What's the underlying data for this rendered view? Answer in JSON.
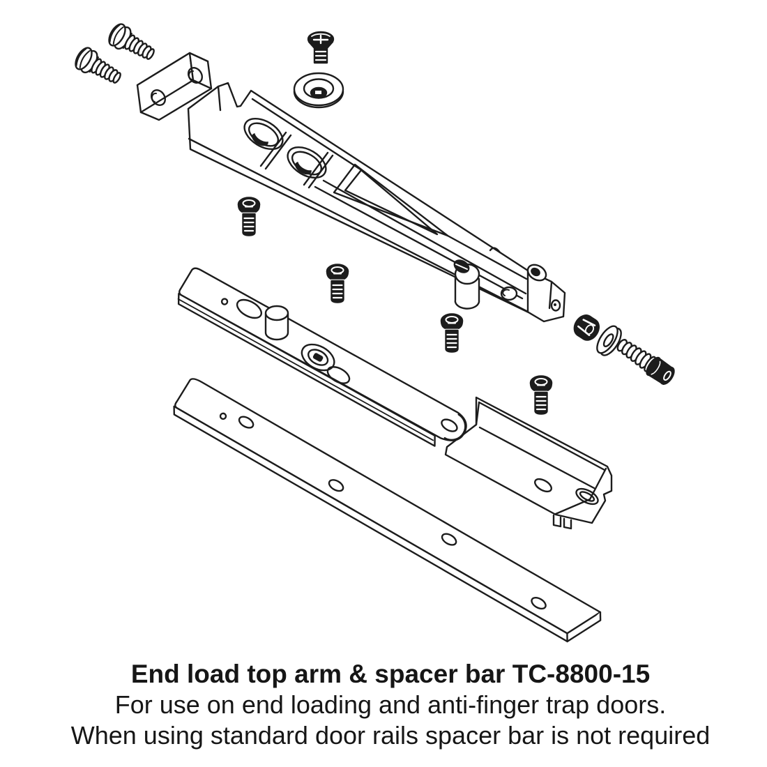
{
  "page": {
    "background": "#ffffff"
  },
  "diagram": {
    "type": "exploded-assembly-drawing",
    "line_color": "#1c1c1c",
    "parts": [
      {
        "id": "pan-head-screw-1",
        "name": "slotted pan head screw"
      },
      {
        "id": "pan-head-screw-2",
        "name": "slotted pan head screw"
      },
      {
        "id": "clamp-block",
        "name": "clamp block with two holes"
      },
      {
        "id": "countersunk-screw",
        "name": "countersunk head screw"
      },
      {
        "id": "cup-washer",
        "name": "recessed cup washer"
      },
      {
        "id": "top-arm",
        "name": "end load top arm"
      },
      {
        "id": "button-screw-1",
        "name": "button head screw"
      },
      {
        "id": "button-screw-2",
        "name": "button head screw"
      },
      {
        "id": "button-screw-3",
        "name": "button head screw"
      },
      {
        "id": "button-screw-4",
        "name": "button head screw"
      },
      {
        "id": "hex-nut",
        "name": "hex nut"
      },
      {
        "id": "flat-washer",
        "name": "washer"
      },
      {
        "id": "socket-cap-screw",
        "name": "socket head cap screw"
      },
      {
        "id": "spacer-bar-with-pin",
        "name": "spacer bar with locating pin"
      },
      {
        "id": "end-bracket",
        "name": "end load mounting bracket"
      },
      {
        "id": "spacer-bar-long",
        "name": "spacer bar"
      }
    ]
  },
  "caption": {
    "title": "End load top arm & spacer bar TC-8800-15",
    "line1": "For use on end loading and anti-finger trap doors.",
    "line2": "When using standard door rails spacer bar is not required"
  }
}
